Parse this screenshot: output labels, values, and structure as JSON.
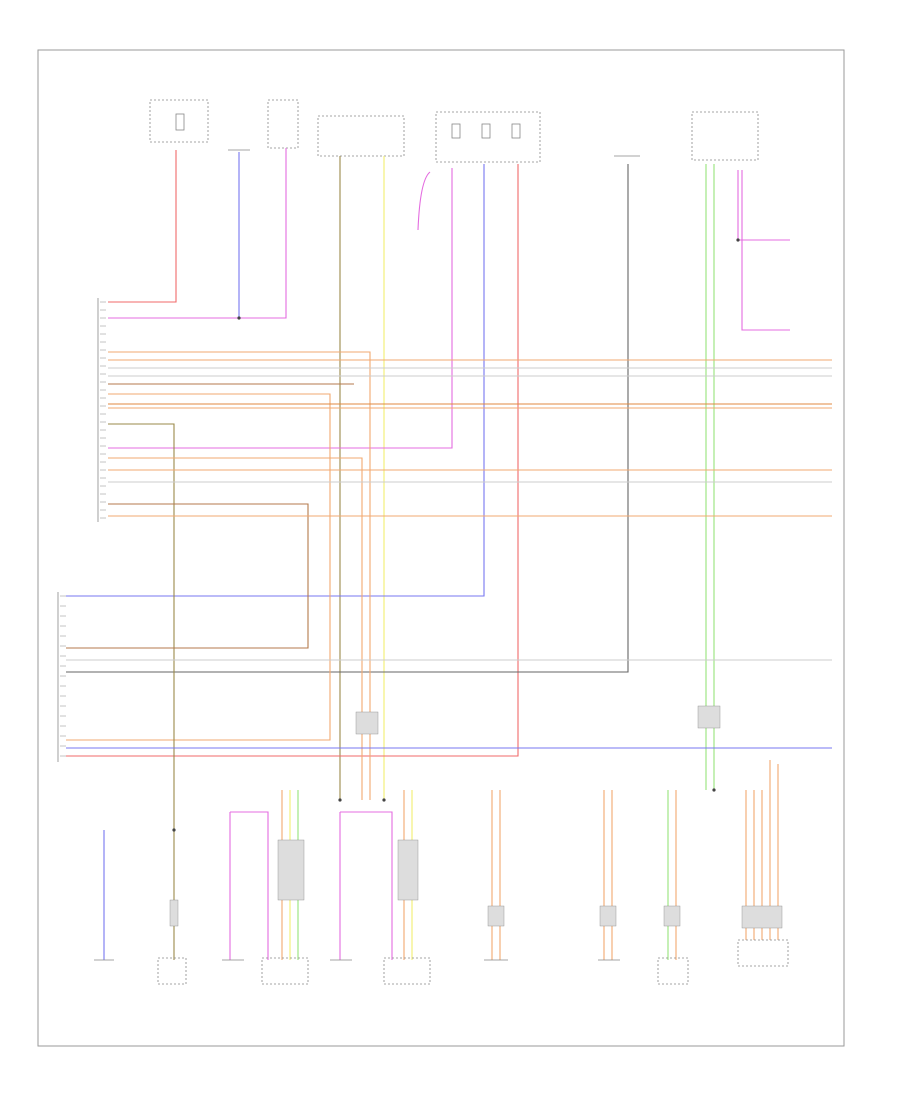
{
  "components_top": [
    {
      "id": "fuse_top_l",
      "lines": [
        "",
        ""
      ]
    },
    {
      "id": "ground_top",
      "lines": [
        ""
      ]
    },
    {
      "id": "passenger_top",
      "lines": [
        "",
        "",
        ""
      ]
    },
    {
      "id": "cluster",
      "lines": [
        "",
        ""
      ]
    },
    {
      "id": "fuse_mid",
      "lines": [
        "",
        ""
      ]
    },
    {
      "id": "module_top",
      "lines": [
        "",
        "",
        ""
      ]
    },
    {
      "id": "light_sw",
      "lines": [
        "",
        "",
        "",
        ""
      ]
    }
  ],
  "components_bottom": [
    {
      "id": "b1",
      "lines": [
        "",
        ""
      ]
    },
    {
      "id": "b2",
      "lines": [
        "",
        "",
        ""
      ]
    },
    {
      "id": "b3",
      "lines": [
        "",
        "",
        ""
      ]
    },
    {
      "id": "b4",
      "lines": [
        "",
        "",
        ""
      ]
    },
    {
      "id": "b5",
      "lines": [
        "",
        "",
        ""
      ]
    },
    {
      "id": "b6",
      "lines": [
        "",
        "",
        ""
      ]
    },
    {
      "id": "b7",
      "lines": [
        "",
        "",
        ""
      ]
    },
    {
      "id": "b8",
      "lines": [
        "",
        ""
      ]
    },
    {
      "id": "b9",
      "lines": [
        "",
        "",
        ""
      ]
    },
    {
      "id": "b10",
      "lines": [
        "",
        "",
        ""
      ]
    }
  ],
  "side_labels": {
    "upper_connector": [
      "",
      ""
    ],
    "lower_connector": [
      "",
      ""
    ],
    "right_notes": [
      "",
      ""
    ]
  },
  "wire_colors": {
    "red": "#f06a6a",
    "pink": "#e46ce0",
    "blue": "#7777f0",
    "orange": "#f2a870",
    "yellow": "#f2ee70",
    "green": "#96e37a",
    "brown": "#b47a4c",
    "gray": "#666666",
    "olive": "#9a8a4a",
    "frame": "#9a9a9a"
  },
  "footer": ""
}
